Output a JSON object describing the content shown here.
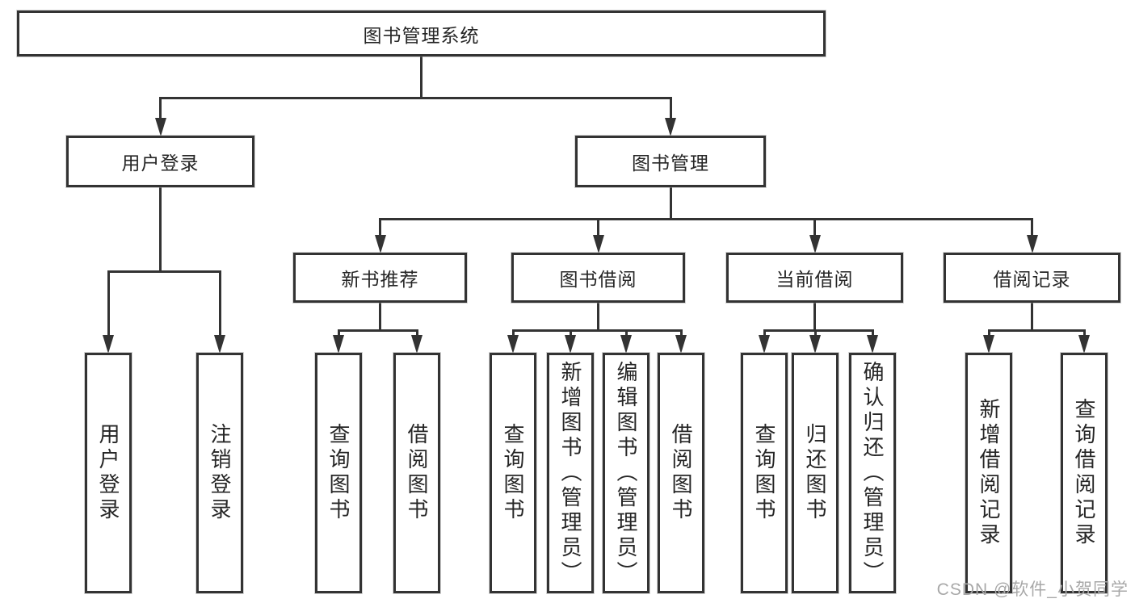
{
  "diagram": {
    "root": {
      "id": "library-system",
      "label": "图书管理系统",
      "children": [
        {
          "id": "user-login",
          "label": "用户登录",
          "children": [
            {
              "id": "user-login-leaf",
              "label": "用户登录"
            },
            {
              "id": "logout-leaf",
              "label": "注销登录"
            }
          ]
        },
        {
          "id": "book-management",
          "label": "图书管理",
          "children": [
            {
              "id": "new-book-recommend",
              "label": "新书推荐",
              "children": [
                {
                  "id": "nbr-query-books",
                  "label": "查询图书"
                },
                {
                  "id": "nbr-borrow-books",
                  "label": "借阅图书"
                }
              ]
            },
            {
              "id": "book-borrowing",
              "label": "图书借阅",
              "children": [
                {
                  "id": "bb-query-books",
                  "label": "查询图书"
                },
                {
                  "id": "bb-add-books",
                  "label": "新增图书（管理员）"
                },
                {
                  "id": "bb-edit-books",
                  "label": "编辑图书（管理员）"
                },
                {
                  "id": "bb-borrow-books",
                  "label": "借阅图书"
                }
              ]
            },
            {
              "id": "current-borrowing",
              "label": "当前借阅",
              "children": [
                {
                  "id": "cb-query-books",
                  "label": "查询图书"
                },
                {
                  "id": "cb-return-books",
                  "label": "归还图书"
                },
                {
                  "id": "cb-confirm-return",
                  "label": "确认归还（管理员）"
                }
              ]
            },
            {
              "id": "borrow-records",
              "label": "借阅记录",
              "children": [
                {
                  "id": "br-add-record",
                  "label": "新增借阅记录"
                },
                {
                  "id": "br-query-record",
                  "label": "查询借阅记录"
                }
              ]
            }
          ]
        }
      ]
    }
  },
  "watermark": {
    "text": "CSDN @软件_小贺同学"
  },
  "colors": {
    "line": "#333333",
    "border": "#333333",
    "text": "#262626",
    "watermark": "#a8a8a8",
    "background": "#ffffff"
  }
}
